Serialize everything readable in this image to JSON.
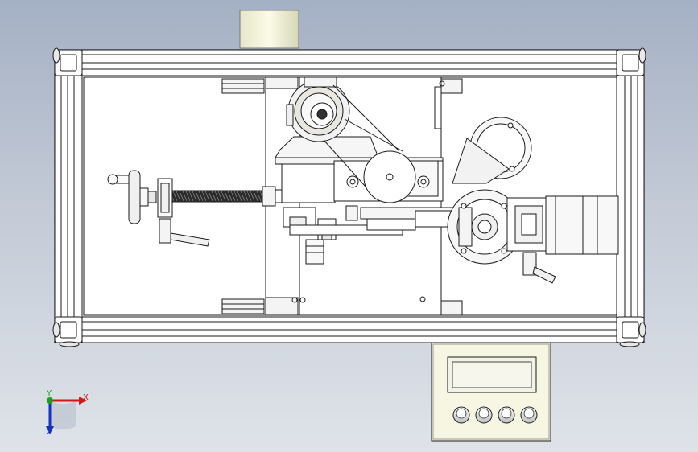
{
  "scene": {
    "background_top": "#a4b0c4",
    "background_bottom": "#dfe3e9",
    "frame_color": "#ffffff",
    "line_color": "#1a1a1a",
    "panel_color": "#f4f4dc"
  },
  "triad": {
    "x_label": "X",
    "y_label": "Y",
    "z_label": "Z",
    "x_color": "#d01818",
    "y_color": "#18a018",
    "z_color": "#1830c0"
  },
  "control_panel": {
    "display_color": "#f2f2e6",
    "buttons": [
      "button-1",
      "button-2",
      "button-3",
      "button-4"
    ]
  }
}
